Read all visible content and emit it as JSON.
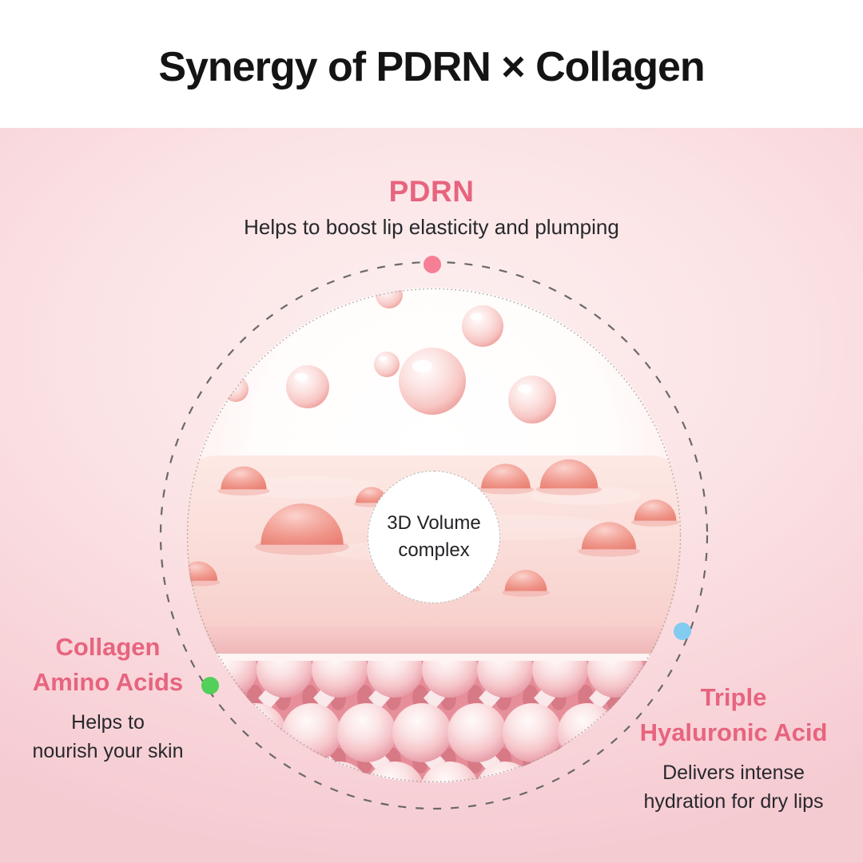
{
  "title": "Synergy of PDRN × Collagen",
  "diagram": {
    "center_badge": "3D Volume\ncomplex",
    "callouts": [
      {
        "id": "pdrn",
        "heading": "PDRN",
        "description": "Helps to boost lip elasticity and plumping",
        "dot_color": "#f67e95"
      },
      {
        "id": "collagen-amino-acids",
        "heading": "Collagen\nAmino Acids",
        "description": "Helps to\nnourish your skin",
        "dot_color": "#52d05a"
      },
      {
        "id": "triple-hyaluronic-acid",
        "heading": "Triple\nHyaluronic Acid",
        "description": "Delivers intense\nhydration for dry lips",
        "dot_color": "#82cbf1"
      }
    ]
  },
  "colors": {
    "accent_pink": "#e7647f",
    "title_black": "#141414",
    "text_dark": "#27282c",
    "panel_pink": "#f8d4d9",
    "dot_pink": "#f67e95",
    "dot_green": "#52d05a",
    "dot_blue": "#82cbf1"
  }
}
